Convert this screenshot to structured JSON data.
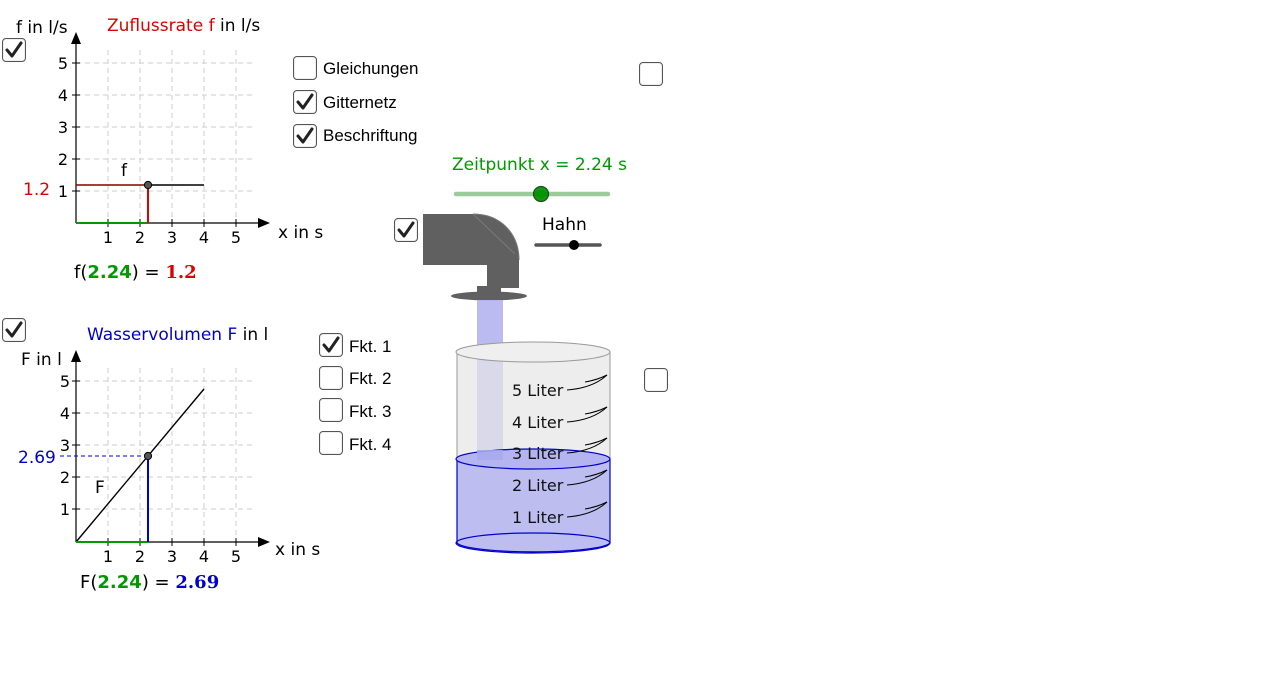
{
  "top_graph": {
    "title_prefix": "Zuflussrate ",
    "title_var": "f",
    "title_suffix": " in l/s",
    "y_label": "f in l/s",
    "x_label": "x in s",
    "x_ticks": [
      "1",
      "2",
      "3",
      "4",
      "5"
    ],
    "y_ticks": [
      "1",
      "2",
      "3",
      "4",
      "5"
    ],
    "curve_label": "f",
    "value_label": "1.2",
    "formula_prefix": "f(",
    "formula_x": "2.24",
    "formula_mid": ") = ",
    "formula_y": "1.2",
    "show_checked": true
  },
  "bottom_graph": {
    "title_prefix": "Wasservolumen ",
    "title_var": "F",
    "title_suffix": " in l",
    "y_label": "F in l",
    "x_label": "x in s",
    "x_ticks": [
      "1",
      "2",
      "3",
      "4",
      "5"
    ],
    "y_ticks": [
      "1",
      "2",
      "3",
      "4",
      "5"
    ],
    "curve_label": "F",
    "value_label": "2.69",
    "formula_prefix": "F(",
    "formula_x": "2.24",
    "formula_mid": ") = ",
    "formula_y": "2.69",
    "show_checked": true
  },
  "options": [
    {
      "label": "Gleichungen",
      "checked": false
    },
    {
      "label": "Gitternetz",
      "checked": true
    },
    {
      "label": "Beschriftung",
      "checked": true
    }
  ],
  "functions": [
    {
      "label": "Fkt. 1",
      "checked": true
    },
    {
      "label": "Fkt. 2",
      "checked": false
    },
    {
      "label": "Fkt. 3",
      "checked": false
    },
    {
      "label": "Fkt. 4",
      "checked": false
    }
  ],
  "time_slider": {
    "label": "Zeitpunkt x = 2.24 s",
    "fraction": 0.56
  },
  "tap_slider": {
    "label": "Hahn",
    "fraction": 0.6
  },
  "beaker": {
    "marks": [
      "5 Liter",
      "4 Liter",
      "3 Liter",
      "2 Liter",
      "1 Liter"
    ],
    "fill_liters": 2.69
  },
  "misc_checkboxes": {
    "pipe": true,
    "top_right": false,
    "right": false
  },
  "colors": {
    "red": "#dd0000",
    "blue": "#0000cc",
    "green": "#009900",
    "grid": "#cccccc",
    "water": "#b4b4f0",
    "pipe": "#606060"
  }
}
